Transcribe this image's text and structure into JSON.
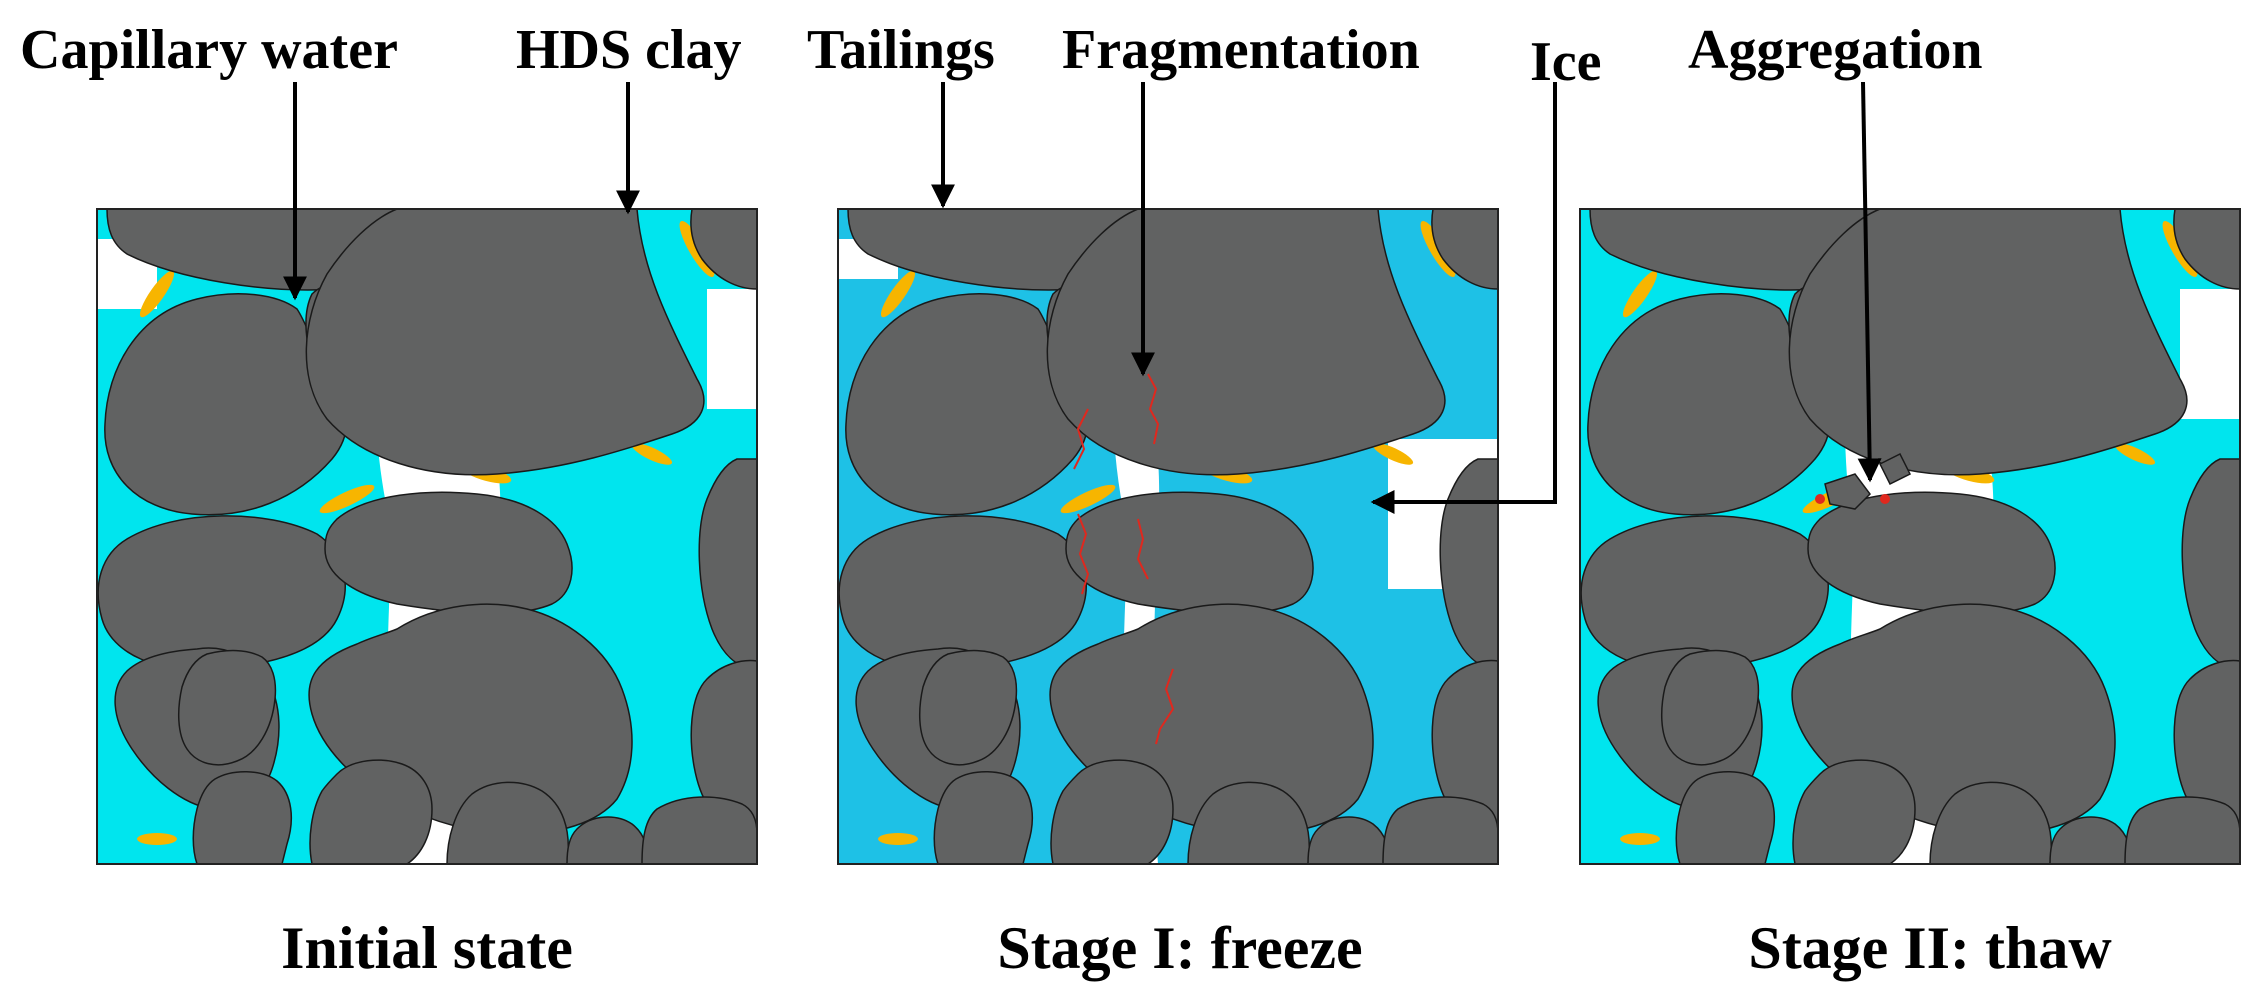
{
  "labels": {
    "capillary_water": "Capillary water",
    "hds_clay": "HDS clay",
    "tailings": "Tailings",
    "fragmentation": "Fragmentation",
    "ice": "Ice",
    "aggregation": "Aggregation"
  },
  "captions": {
    "initial": "Initial state",
    "stage1": "Stage I: freeze",
    "stage2": "Stage II: thaw"
  },
  "colors": {
    "tailings": "#616262",
    "capillary_water": "#00e5ee",
    "ice": "#1ec1e6",
    "clay": "#f7b500",
    "crack": "#e0281e",
    "pore": "#ffffff"
  }
}
